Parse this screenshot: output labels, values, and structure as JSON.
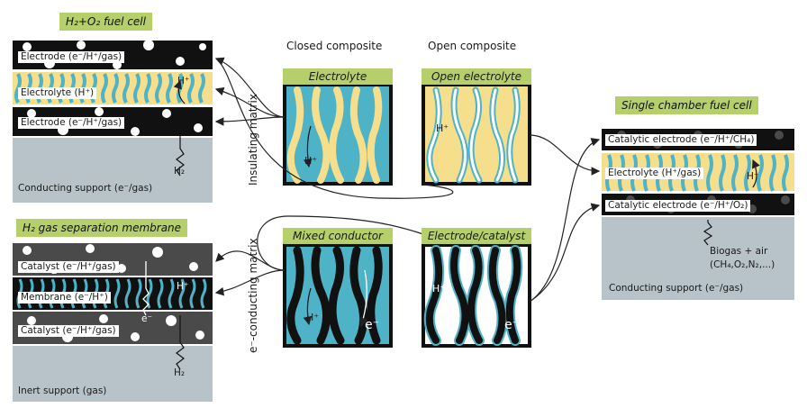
{
  "headers": {
    "closed_composite": "Closed composite",
    "open_composite": "Open composite"
  },
  "matrix_labels": {
    "insulating": "Insulating matrix",
    "e_conducting": "e⁻-conducting matrix"
  },
  "boxes": {
    "electrolyte": {
      "title": "Electrolyte",
      "ion": "H⁺"
    },
    "open_electrolyte": {
      "title": "Open electrolyte",
      "ion": "H⁺"
    },
    "mixed_conductor": {
      "title": "Mixed conductor",
      "ion": "H⁺",
      "electron": "e⁻"
    },
    "electrode_catalyst": {
      "title": "Electrode/catalyst",
      "ion": "H⁺",
      "electron": "e⁻"
    }
  },
  "fuel_cell": {
    "title": "H₂+O₂ fuel cell",
    "electrode_top": "Electrode (e⁻/H⁺/gas)",
    "electrolyte": "Electrolyte (H⁺)",
    "electrode_bottom": "Electrode (e⁻/H⁺/gas)",
    "ion": "H⁺",
    "gas": "H₂",
    "support": "Conducting support (e⁻/gas)"
  },
  "membrane": {
    "title": "H₂ gas separation membrane",
    "catalyst_top": "Catalyst (e⁻/H⁺/gas)",
    "membrane": "Membrane (e⁻/H⁺)",
    "catalyst_bottom": "Catalyst (e⁻/H⁺/gas)",
    "ion": "H⁺",
    "electron": "e⁻",
    "gas": "H₂",
    "support": "Inert support (gas)"
  },
  "single_chamber": {
    "title": "Single chamber fuel cell",
    "electrode_top": "Catalytic electrode (e⁻/H⁺/CH₄)",
    "electrolyte": "Electrolyte (H⁺/gas)",
    "electrode_bottom": "Catalytic electrode (e⁻/H⁺/O₂)",
    "ion": "H⁺",
    "biogas_line1": "Biogas + air",
    "biogas_line2": "(CH₄,O₂,N₂,...)",
    "support": "Conducting support (e⁻/gas)"
  },
  "colors": {
    "electrolyte_yellow": "#f5de8c",
    "ion_blue": "#4fb3c8",
    "electrode_black": "#0e0e0e",
    "support_gray": "#b7c3c9",
    "tag_green": "#b5cf6b"
  }
}
